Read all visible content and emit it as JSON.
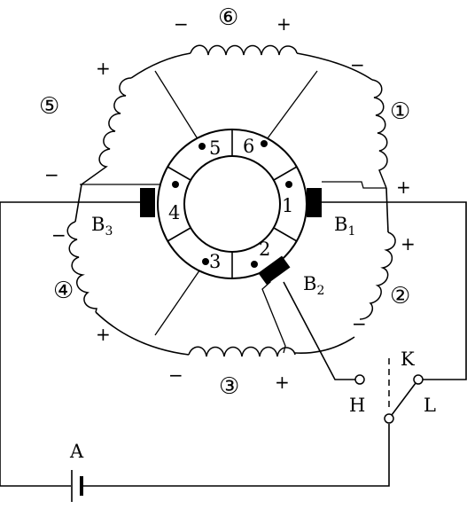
{
  "coils": [
    {
      "label": "①",
      "signs": [
        "−",
        "+"
      ]
    },
    {
      "label": "②",
      "signs": [
        "+",
        "−"
      ]
    },
    {
      "label": "③",
      "signs": [
        "−",
        "+"
      ]
    },
    {
      "label": "④",
      "signs": [
        "−",
        "+"
      ]
    },
    {
      "label": "⑤",
      "signs": [
        "+",
        "−"
      ]
    },
    {
      "label": "⑥",
      "signs": [
        "−",
        "+"
      ]
    }
  ],
  "segments": [
    "1",
    "2",
    "3",
    "4",
    "5",
    "6"
  ],
  "brushes": [
    {
      "name": "B",
      "sub": "1"
    },
    {
      "name": "B",
      "sub": "2"
    },
    {
      "name": "B",
      "sub": "3"
    }
  ],
  "terminals": {
    "h": "H",
    "l": "L",
    "k": "K",
    "battery": "A"
  }
}
